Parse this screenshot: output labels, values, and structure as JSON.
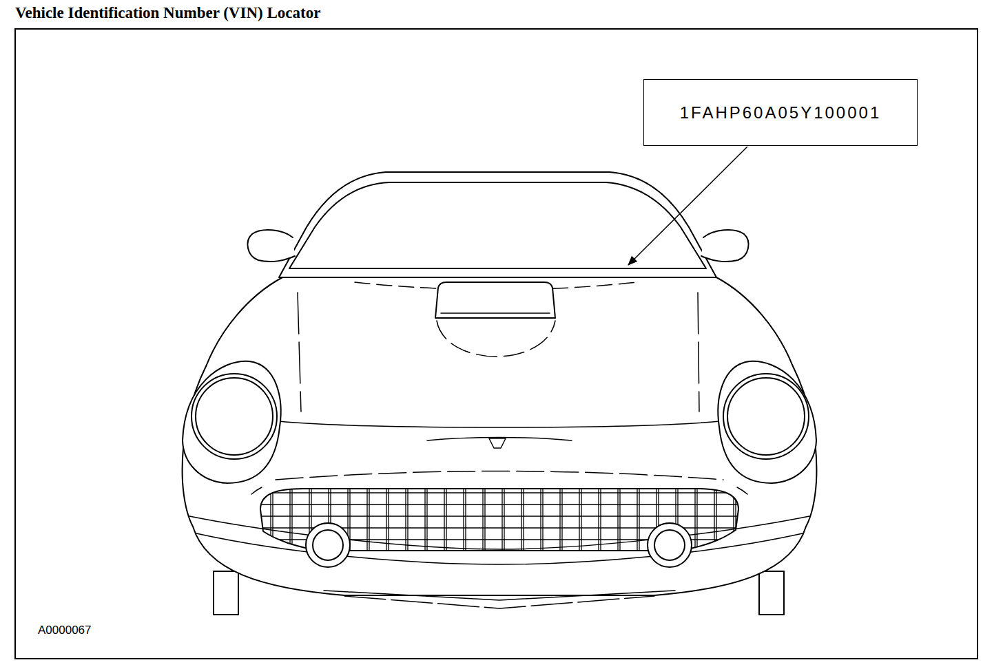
{
  "diagram": {
    "title": "Vehicle Identification Number (VIN) Locator",
    "nodes": [
      {
        "text": [
          "1FAHP60A05Y100001"
        ]
      }
    ],
    "labels": [
      "A0000067"
    ]
  }
}
